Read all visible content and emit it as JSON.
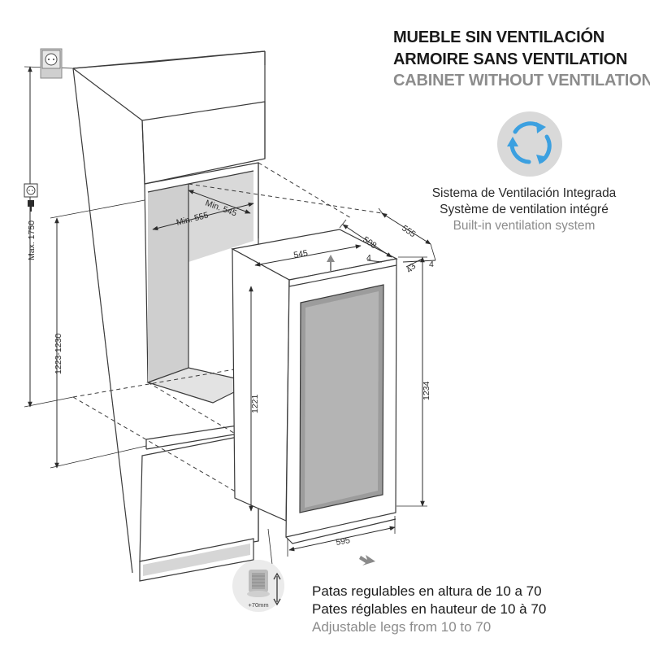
{
  "titles": {
    "es": "MUEBLE SIN VENTILACIÓN",
    "fr": "ARMOIRE SANS VENTILATION",
    "en": "CABINET WITHOUT VENTILATION"
  },
  "ventilation": {
    "es": "Sistema de Ventilación Integrada",
    "fr": "Système de ventilation intégré",
    "en": "Built-in ventilation system",
    "icon": "circular-arrows-icon",
    "icon_color": "#3ca0e0"
  },
  "legs": {
    "es": "Patas regulables en altura de 10 a 70",
    "fr": "Pates réglables en hauteur de 10 à 70",
    "en": "Adjustable legs from 10 to 70",
    "icon_label": "+70mm"
  },
  "dimensions": {
    "max_height": "Max. 1750",
    "niche_height": "1223-1230",
    "min_width": "Min. 555",
    "min_depth": "Min. 545",
    "appliance_width_top": "545",
    "appliance_depth": "508",
    "appliance_depth_total": "555",
    "gap_a": "4",
    "gap_b": "4",
    "door_thickness": "43",
    "side_height": "1221",
    "door_height": "1234",
    "appliance_width": "595"
  },
  "icons": {
    "socket_top": "power-socket-icon",
    "socket_side": "power-socket-icon",
    "plug": "plug-icon",
    "leg": "adjustable-leg-icon"
  }
}
